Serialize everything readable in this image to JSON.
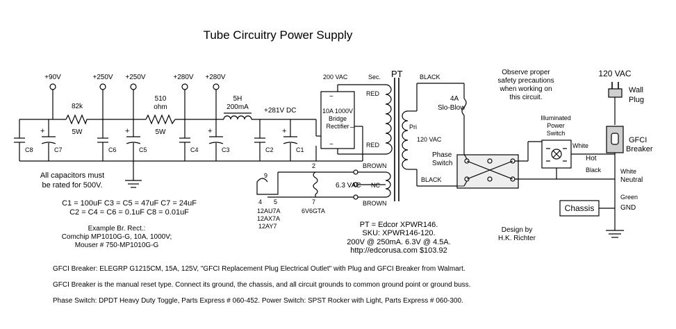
{
  "title": "Tube Circuitry Power Supply",
  "voltages": {
    "v90": "+90V",
    "v250a": "+250V",
    "v250b": "+250V",
    "v280a": "+280V",
    "v280b": "+280V",
    "v281dc": "+281V DC"
  },
  "components": {
    "r1_value": "82k",
    "r1_power": "5W",
    "r2_value": "510",
    "r2_unit": "ohm",
    "r2_power": "5W",
    "choke_value": "5H",
    "choke_current": "200mA",
    "caps": [
      "C8",
      "C7",
      "C6",
      "C5",
      "C4",
      "C3",
      "C2",
      "C1"
    ],
    "rectifier": [
      "10A 1000V",
      "Bridge",
      "Rectifier"
    ],
    "ac_mark": "~",
    "plus_mark": "+",
    "minus_mark": "–"
  },
  "transformer": {
    "label": "PT",
    "sec": "Sec.",
    "vac200": "200 VAC",
    "red_top": "RED",
    "red_bottom": "RED",
    "black_top": "BLACK",
    "black_bottom": "BLACK",
    "pri": "Pri",
    "pri_vac": "120 VAC",
    "brown_top": "BROWN",
    "nc": "NC",
    "brown_bottom": "BROWN",
    "heater_vac": "6.3 VAC"
  },
  "fuse": {
    "rating": "4A",
    "type": "Slo-Blow"
  },
  "switches": {
    "phase_line1": "Phase",
    "phase_line2": "Switch",
    "power_line1": "Illuminated",
    "power_line2": "Power",
    "power_line3": "Switch"
  },
  "mains": {
    "vac": "120 VAC",
    "plug_line1": "Wall",
    "plug_line2": "Plug",
    "gfci_line1": "GFCI",
    "gfci_line2": "Breaker",
    "white1": "White",
    "hot": "Hot",
    "black": "Black",
    "white2": "White",
    "neutral": "Neutral",
    "green": "Green",
    "gnd": "GND",
    "chassis": "Chassis"
  },
  "safety": [
    "Observe proper",
    "safety precautions",
    "when working on",
    "this circuit."
  ],
  "cap_note": [
    "All capacitors must",
    "be rated for 500V."
  ],
  "cap_values": [
    "C1 = 100uF    C3 = C5 = 47uF    C7 = 24uF",
    "C2 = C4 = C6 = 0.1uF    C8 = 0.01uF"
  ],
  "example_rect": [
    "Example Br. Rect.:",
    "Comchip MP1010G-G, 10A, 1000V;",
    "Mouser # 750-MP1010G-G"
  ],
  "heater": {
    "pin9": "9",
    "pin4": "4",
    "pin5": "5",
    "pin2": "2",
    "pin7": "7",
    "tubes_a": [
      "12AU7A",
      "12AX7A",
      "12AY7"
    ],
    "tubes_b": "6V6GTA"
  },
  "pt_info": [
    "PT = Edcor XPWR146.",
    "SKU:  XPWR146-120.",
    "200V @ 250mA.  6.3V @ 4.5A.",
    "http://edcorusa.com     $103.92"
  ],
  "design": [
    "Design by",
    "H.K. Richter"
  ],
  "notes": [
    "GFCI Breaker:  ELEGRP G1215CM, 15A, 125V, \"GFCI Replacement Plug Electrical Outlet\"  with Plug and GFCI Breaker from Walmart.",
    "GFCI Breaker is the manual reset type.  Connect its ground, the chassis, and all circuit grounds to common ground point or ground buss.",
    "Phase Switch:  DPDT Heavy Duty Toggle, Parts Express # 060-452.  Power Switch:  SPST Rocker with Light, Parts Express # 060-300."
  ]
}
